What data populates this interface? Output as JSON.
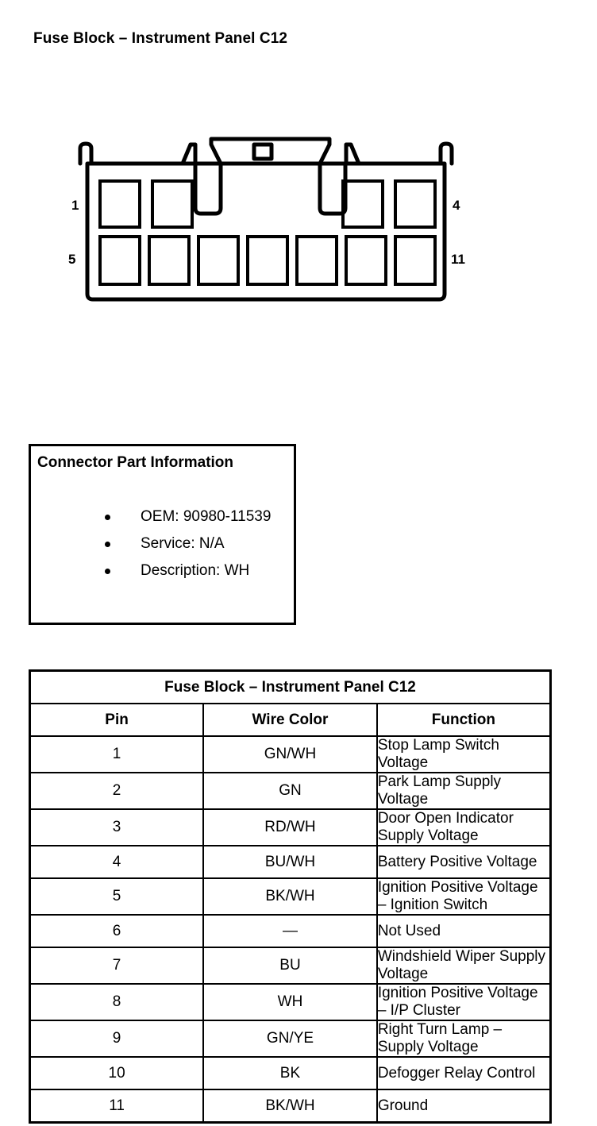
{
  "page_title": "Fuse Block – Instrument Panel C12",
  "diagram": {
    "name": "connector-face-view",
    "pin_labels": {
      "top_left": "1",
      "bottom_left": "5",
      "top_right": "4",
      "bottom_right": "11"
    },
    "top_row_cavities": 4,
    "bottom_row_cavities": 7,
    "total_cavities": 11,
    "outline_color": "#000000"
  },
  "part_info": {
    "title": "Connector Part Information",
    "items": [
      "OEM: 90980-11539",
      "Service: N/A",
      "Description: WH"
    ]
  },
  "pinout": {
    "caption": "Fuse Block – Instrument Panel C12",
    "headers": [
      "Pin",
      "Wire Color",
      "Function"
    ],
    "rows": [
      {
        "pin": "1",
        "wire": "GN/WH",
        "function": "Stop Lamp Switch Voltage"
      },
      {
        "pin": "2",
        "wire": "GN",
        "function": "Park Lamp Supply Voltage"
      },
      {
        "pin": "3",
        "wire": "RD/WH",
        "function": "Door Open Indicator Supply Voltage"
      },
      {
        "pin": "4",
        "wire": "BU/WH",
        "function": "Battery Positive Voltage"
      },
      {
        "pin": "5",
        "wire": "BK/WH",
        "function": "Ignition Positive Voltage – Ignition Switch"
      },
      {
        "pin": "6",
        "wire": "—",
        "function": "Not Used"
      },
      {
        "pin": "7",
        "wire": "BU",
        "function": "Windshield Wiper Supply Voltage"
      },
      {
        "pin": "8",
        "wire": "WH",
        "function": "Ignition Positive Voltage – I/P Cluster"
      },
      {
        "pin": "9",
        "wire": "GN/YE",
        "function": "Right Turn Lamp – Supply Voltage"
      },
      {
        "pin": "10",
        "wire": "BK",
        "function": "Defogger Relay Control"
      },
      {
        "pin": "11",
        "wire": "BK/WH",
        "function": "Ground"
      }
    ]
  }
}
